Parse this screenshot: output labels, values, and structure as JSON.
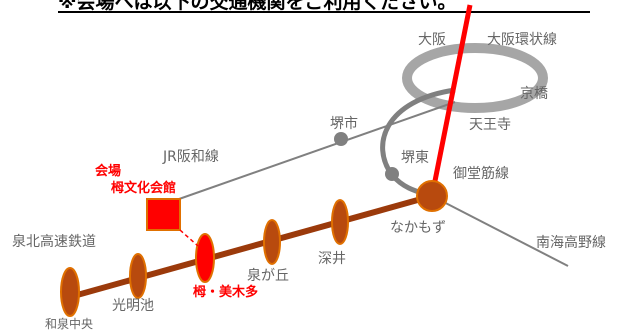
{
  "title_partial": "※会場へは以下の交通機関をご利用ください。",
  "venue": {
    "line1": "会場",
    "line2": "栂文化会館"
  },
  "lines": {
    "osaka_loop": "大阪環状線",
    "jr_hanwa": "JR阪和線",
    "midosuji": "御堂筋線",
    "nankai_koya": "南海高野線",
    "semboku": "泉北高速鉄道"
  },
  "stations": {
    "osaka": "大阪",
    "kyobashi": "京橋",
    "tennoji": "天王寺",
    "sakaishi": "堺市",
    "sakaihigashi": "堺東",
    "nakamozu": "なかもず",
    "fukai": "深井",
    "izumigaoka": "泉が丘",
    "toga_mikita": "栂・美木多",
    "komyoike": "光明池",
    "izumi_chuo": "和泉中央"
  },
  "colors": {
    "midosuji": "#ff0000",
    "semboku": "#9b3a0b",
    "semboku_station_fill": "#b84a0e",
    "highlight_station": "#ff0000",
    "venue_fill": "#ff0000",
    "venue_stroke": "#e07000",
    "loop_line": "#a6a6a6",
    "gray_lines": "#808080"
  }
}
